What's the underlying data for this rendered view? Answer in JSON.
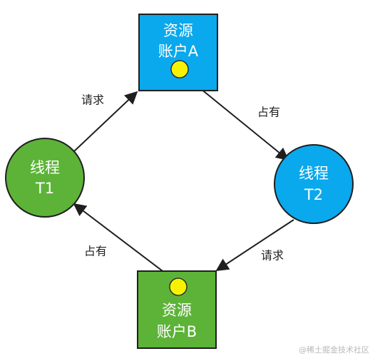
{
  "colors": {
    "blue": "#0aa8ec",
    "green": "#5cb338",
    "stroke": "#1f1f1f",
    "token": "#f7f200",
    "white": "#ffffff"
  },
  "nodes": {
    "resource_a": {
      "line1": "资源",
      "line2": "账户A",
      "color": "#0aa8ec"
    },
    "resource_b": {
      "line1": "资源",
      "line2": "账户B",
      "color": "#5cb338"
    },
    "thread_t1": {
      "line1": "线程",
      "line2": "T1",
      "color": "#5cb338"
    },
    "thread_t2": {
      "line1": "线程",
      "line2": "T2",
      "color": "#0aa8ec"
    }
  },
  "edges": {
    "t1_to_a": "请求",
    "a_to_t2": "占有",
    "t2_to_b": "请求",
    "b_to_t1": "占有"
  },
  "watermark": "@稀土掘金技术社区"
}
